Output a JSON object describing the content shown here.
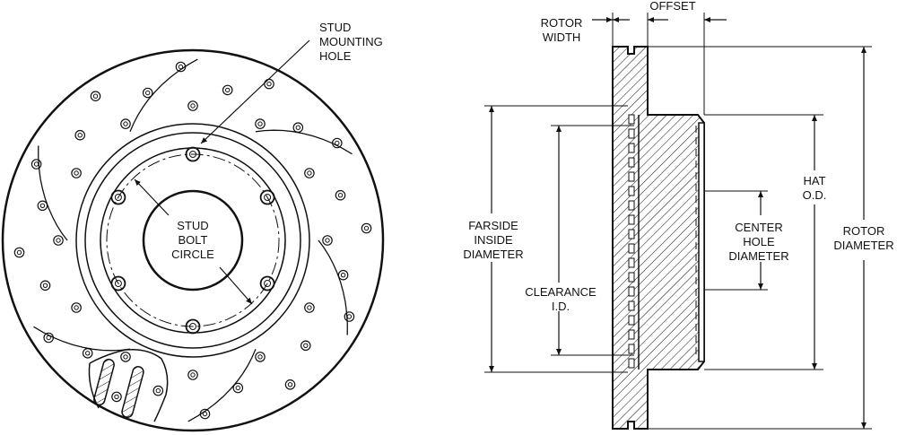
{
  "front_view": {
    "stud_mounting_hole": [
      "STUD",
      "MOUNTING",
      "HOLE"
    ],
    "stud_bolt_circle": [
      "STUD",
      "BOLT",
      "CIRCLE"
    ]
  },
  "side_view": {
    "rotor_width": [
      "ROTOR",
      "WIDTH"
    ],
    "offset": [
      "OFFSET"
    ],
    "hat_od": [
      "HAT",
      "O.D."
    ],
    "rotor_diameter": [
      "ROTOR",
      "DIAMETER"
    ],
    "farside_inside_diameter": [
      "FARSIDE",
      "INSIDE",
      "DIAMETER"
    ],
    "center_hole_diameter": [
      "CENTER",
      "HOLE",
      "DIAMETER"
    ],
    "clearance_id": [
      "CLEARANCE",
      "I.D."
    ]
  },
  "colors": {
    "line": "#111111",
    "background": "#ffffff"
  }
}
